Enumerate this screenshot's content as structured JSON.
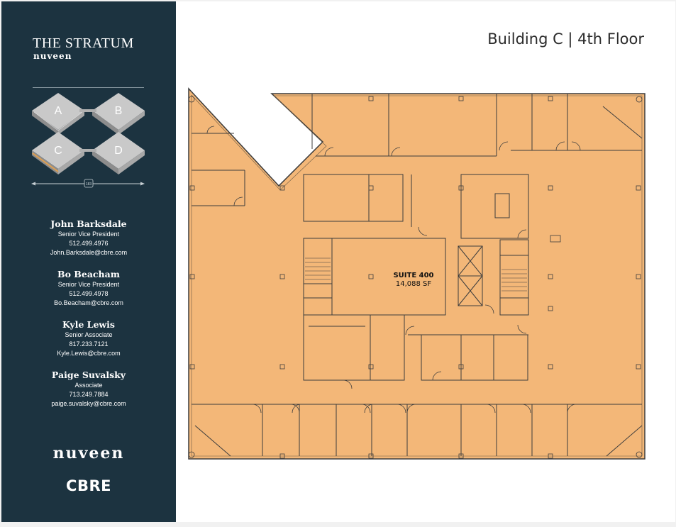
{
  "sidebar": {
    "brand_title": "THE STRATUM",
    "brand_sub": "nuveen",
    "buildings": [
      {
        "label": "A"
      },
      {
        "label": "B"
      },
      {
        "label": "C",
        "highlighted": true
      },
      {
        "label": "D"
      }
    ],
    "road_label": "183",
    "contacts": [
      {
        "name": "John Barksdale",
        "title": "Senior Vice President",
        "phone": "512.499.4976",
        "email": "John.Barksdale@cbre.com"
      },
      {
        "name": "Bo Beacham",
        "title": "Senior Vice President",
        "phone": "512.499.4978",
        "email": "Bo.Beacham@cbre.com"
      },
      {
        "name": "Kyle Lewis",
        "title": "Senior Associate",
        "phone": "817.233.7121",
        "email": "Kyle.Lewis@cbre.com"
      },
      {
        "name": "Paige Suvalsky",
        "title": "Associate",
        "phone": "713.249.7884",
        "email": "paige.suvalsky@cbre.com"
      }
    ],
    "logo_nuveen": "nuveen",
    "logo_cbre": "CBRE"
  },
  "main": {
    "floor_title": "Building C | 4th Floor",
    "suite_name": "SUITE 400",
    "suite_area": "14,088 SF"
  },
  "colors": {
    "sidebar_bg": "#1c3340",
    "plan_fill": "#f3b778",
    "wall": "#3d3d3d",
    "highlight_floor": "#e0a050"
  }
}
